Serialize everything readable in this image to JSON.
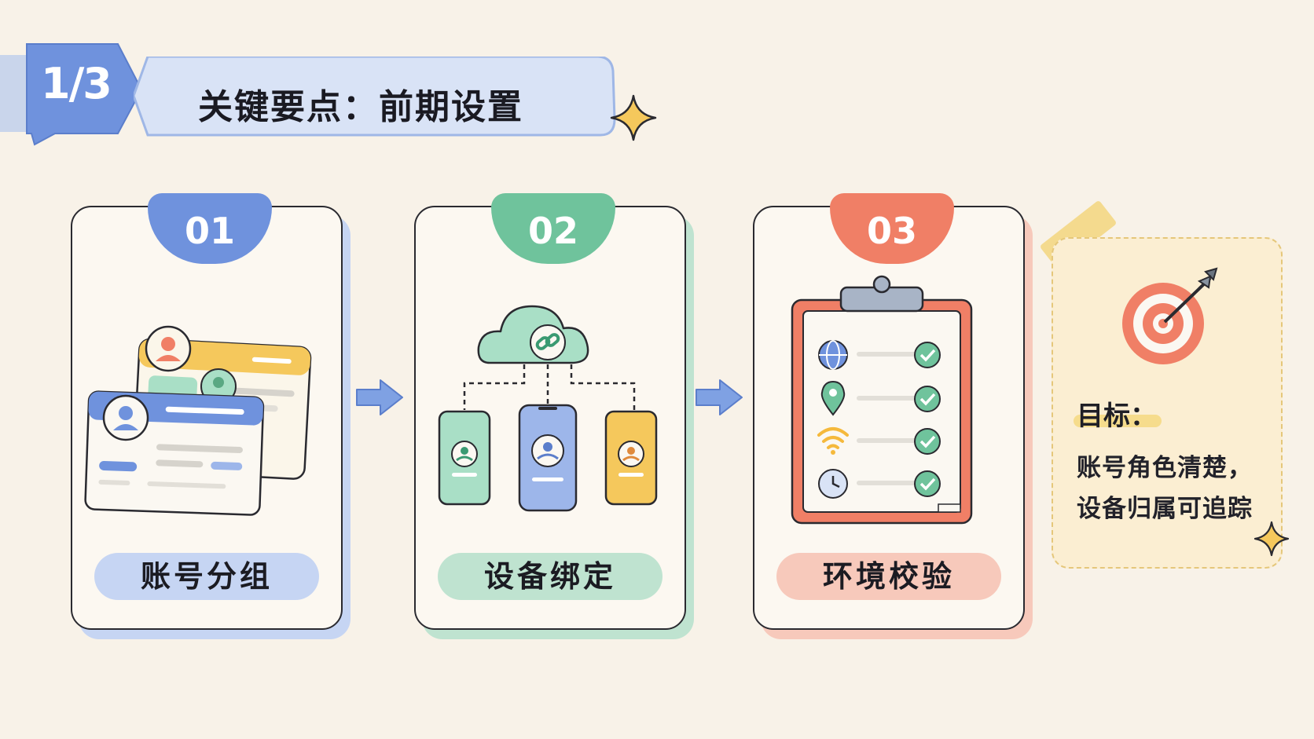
{
  "header": {
    "page_indicator": "1/3",
    "title": "关键要点：前期设置"
  },
  "steps": [
    {
      "number": "01",
      "label": "账号分组",
      "color": "#6f92dd",
      "illustration": "account-cards"
    },
    {
      "number": "02",
      "label": "设备绑定",
      "color": "#6fc39c",
      "illustration": "cloud-device-binding"
    },
    {
      "number": "03",
      "label": "环境校验",
      "color": "#f07f66",
      "illustration": "checklist-clipboard",
      "checklist": [
        "globe-icon",
        "location-pin-icon",
        "wifi-icon",
        "clock-icon"
      ]
    }
  ],
  "goal": {
    "title": "目标：",
    "line1": "账号角色清楚，",
    "line2": "设备归属可追踪",
    "icon": "target-icon"
  },
  "colors": {
    "background": "#f8f2e8",
    "blue": "#6f92dd",
    "green": "#6fc39c",
    "red": "#f07f66",
    "yellow": "#f5c85c"
  }
}
